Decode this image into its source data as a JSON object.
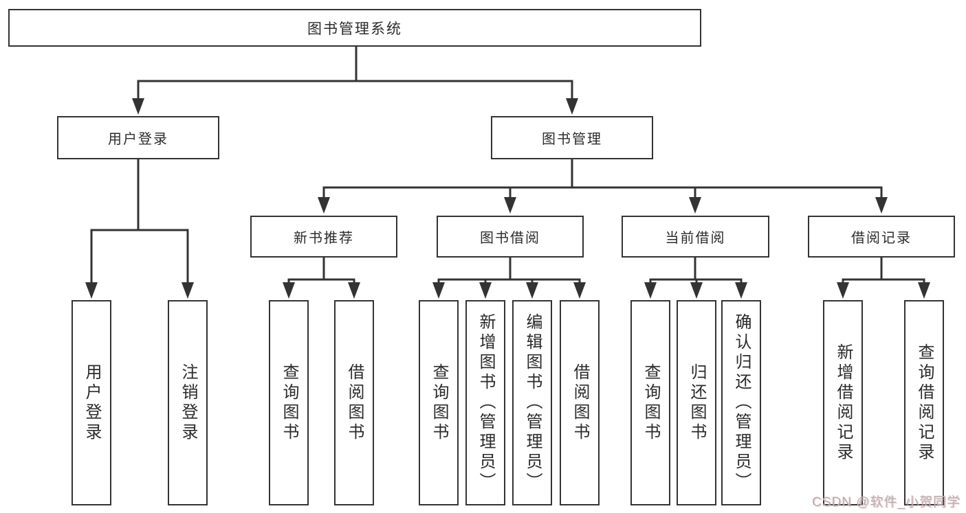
{
  "tree": {
    "label": "图书管理系统",
    "children": [
      {
        "label": "用户登录",
        "children": [
          {
            "label": "用户登录"
          },
          {
            "label": "注销登录"
          }
        ]
      },
      {
        "label": "图书管理",
        "children": [
          {
            "label": "新书推荐",
            "children": [
              {
                "label": "查询图书"
              },
              {
                "label": "借阅图书"
              }
            ]
          },
          {
            "label": "图书借阅",
            "children": [
              {
                "label": "查询图书"
              },
              {
                "label": "新增图书（管理员）"
              },
              {
                "label": "编辑图书（管理员）"
              },
              {
                "label": "借阅图书"
              }
            ]
          },
          {
            "label": "当前借阅",
            "children": [
              {
                "label": "查询图书"
              },
              {
                "label": "归还图书"
              },
              {
                "label": "确认归还（管理员）"
              }
            ]
          },
          {
            "label": "借阅记录",
            "children": [
              {
                "label": "新增借阅记录"
              },
              {
                "label": "查询借阅记录"
              }
            ]
          }
        ]
      }
    ]
  },
  "watermark": "CSDN @软件_小贺同学",
  "colors": {
    "line": "#333333",
    "box_border": "#333333",
    "text": "#2b2b2b",
    "watermark": "#b2b2b2",
    "background": "#ffffff"
  }
}
